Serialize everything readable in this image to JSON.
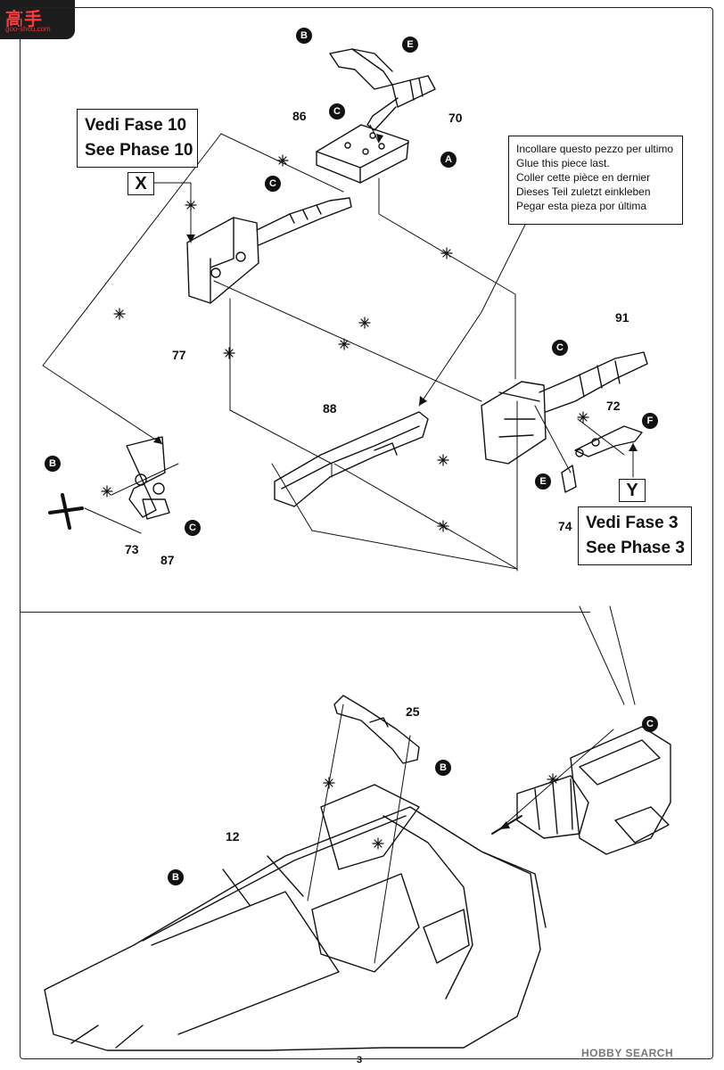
{
  "logo": {
    "text": "高手",
    "sub": "goo-shou.com"
  },
  "phase_boxes": {
    "x": {
      "line1": "Vedi Fase 10",
      "line2": "See Phase 10",
      "letter": "X"
    },
    "y": {
      "line1": "Vedi Fase 3",
      "line2": "See Phase 3",
      "letter": "Y"
    }
  },
  "note": {
    "lines": [
      "Incollare questo pezzo per ultimo",
      "Glue this piece last.",
      "Coller cette pièce en dernier",
      "Dieses Teil zuletzt einkleben",
      "Pegar esta pieza por última"
    ]
  },
  "part_numbers": {
    "p70": "70",
    "p86": "86",
    "p77": "77",
    "p88": "88",
    "p91": "91",
    "p72": "72",
    "p74": "74",
    "p73": "73",
    "p87": "87",
    "p25": "25",
    "p12": "12"
  },
  "sprue_letters": {
    "b1": "B",
    "e1": "E",
    "c1": "C",
    "a1": "A",
    "c2": "C",
    "c3": "C",
    "f1": "F",
    "e2": "E",
    "b2": "B",
    "c4": "C",
    "b3": "B",
    "c5": "C",
    "b4": "B"
  },
  "page_number": "3",
  "watermark": "HOBBY SEARCH"
}
